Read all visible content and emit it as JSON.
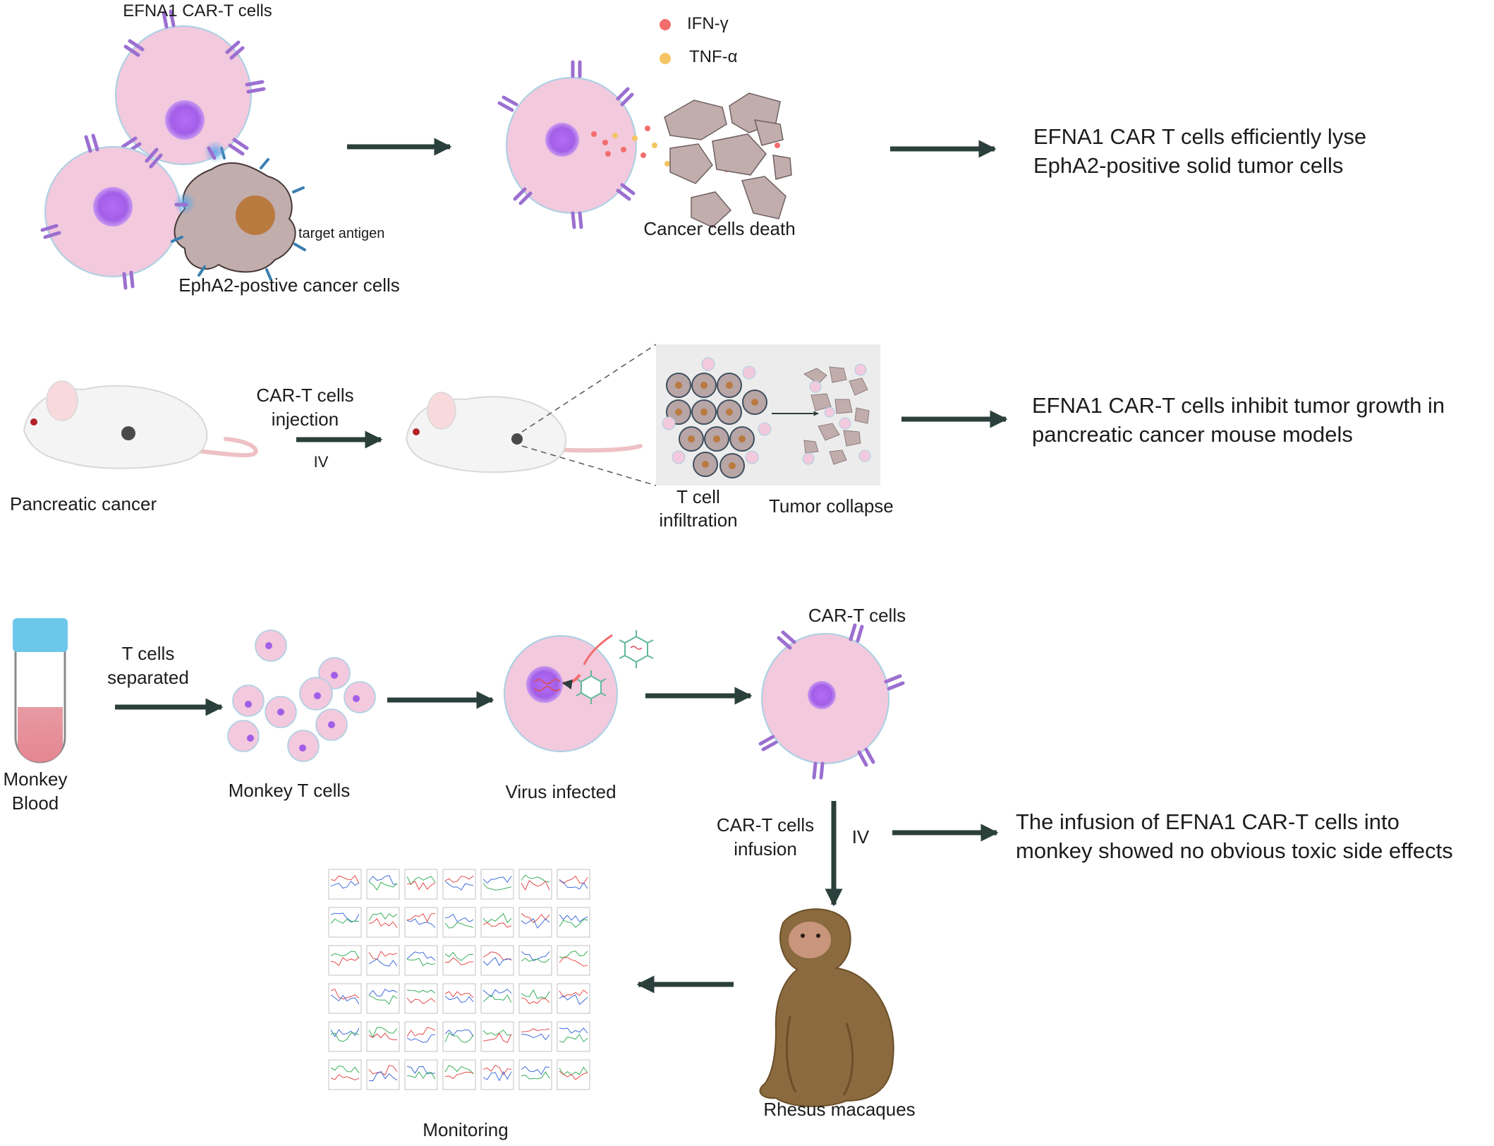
{
  "colors": {
    "arrow": "#2b3f3b",
    "cell_fill": "#f2c9dd",
    "cell_stroke": "#a9d0e3",
    "nucleus": "#a35ee8",
    "receptor": "#9b6fd0",
    "tumor_fill": "#c2adad",
    "tumor_nucleus": "#b97a40",
    "ifn_dot": "#f26d6d",
    "tnf_dot": "#f5c462"
  },
  "panel1": {
    "car_t_label": "EFNA1 CAR-T cells",
    "ifn_label": "IFN-γ",
    "tnf_label": "TNF-α",
    "target_antigen_label": "target antigen",
    "cancer_cells_label": "EphA2-postive cancer cells",
    "death_label": "Cancer cells death",
    "conclusion_line1": "EFNA1 CAR T cells efficiently lyse",
    "conclusion_line2": "EphA2-positive solid tumor cells"
  },
  "panel2": {
    "model_label": "Pancreatic cancer",
    "injection_line1": "CAR-T cells",
    "injection_line2": "injection",
    "route_label": "IV",
    "infiltration_line1": "T cell",
    "infiltration_line2": "infiltration",
    "collapse_label": "Tumor collapse",
    "conclusion_line1": "EFNA1 CAR-T cells inhibit tumor growth in",
    "conclusion_line2": "pancreatic cancer mouse models"
  },
  "panel3": {
    "blood_line1": "Monkey",
    "blood_line2": "Blood",
    "separation_line1": "T cells",
    "separation_line2": "separated",
    "tcells_label": "Monkey T cells",
    "virus_label": "Virus infected",
    "cart_label": "CAR-T cells",
    "infusion_line1": "CAR-T cells",
    "infusion_line2": "infusion",
    "route_label": "IV",
    "conclusion_line1": "The infusion of EFNA1 CAR-T cells into",
    "conclusion_line2": "monkey  showed no obvious toxic side effects",
    "macaque_label": "Rhesus macaques",
    "monitoring_label": "Monitoring"
  }
}
